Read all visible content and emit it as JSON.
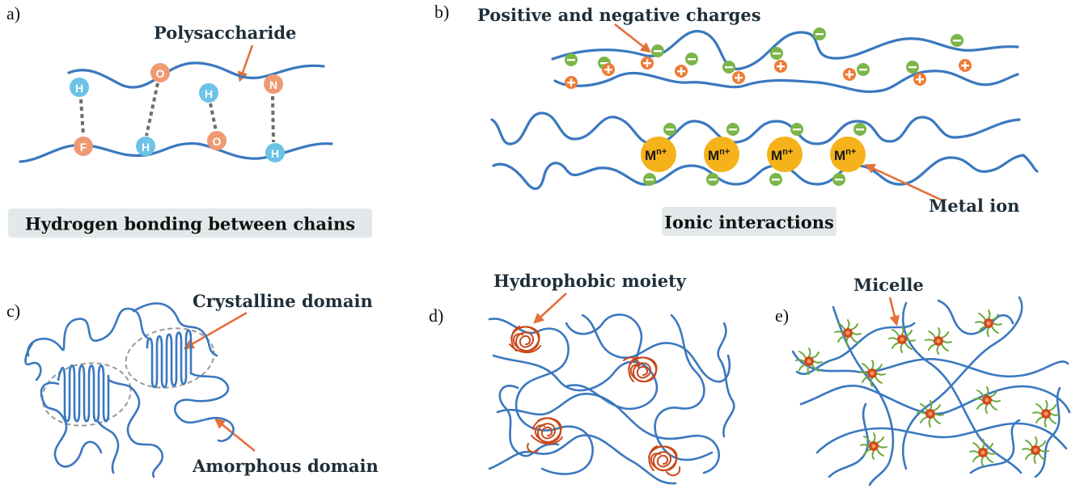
{
  "panels": {
    "a": {
      "letter": "a)",
      "label": "Polysaccharide",
      "caption": "Hydrogen bonding between chains",
      "atoms": [
        "H",
        "O",
        "H",
        "N",
        "F",
        "H",
        "O",
        "H"
      ]
    },
    "b": {
      "letter": "b)",
      "label_top": "Positive and negative charges",
      "label_metal": "Metal ion",
      "caption": "Ionic interactions",
      "metal_symbol": "M",
      "metal_sup": "n+"
    },
    "c": {
      "letter": "c)",
      "label_crystalline": "Crystalline domain",
      "label_amorphous": "Amorphous domain"
    },
    "d": {
      "letter": "d)",
      "label": "Hydrophobic moiety"
    },
    "e": {
      "letter": "e)",
      "label": "Micelle"
    }
  },
  "colors": {
    "chain": "#3a78bf",
    "arrow": "#e4703a",
    "hydrogen": "#6cc3e6",
    "heavy_atom": "#ef9a72",
    "negative": "#7ab648",
    "positive": "#ee7b35",
    "metal": "#f5b21a",
    "hydrophobic": "#c9481a",
    "caption_bg": "#e3e8ea"
  }
}
